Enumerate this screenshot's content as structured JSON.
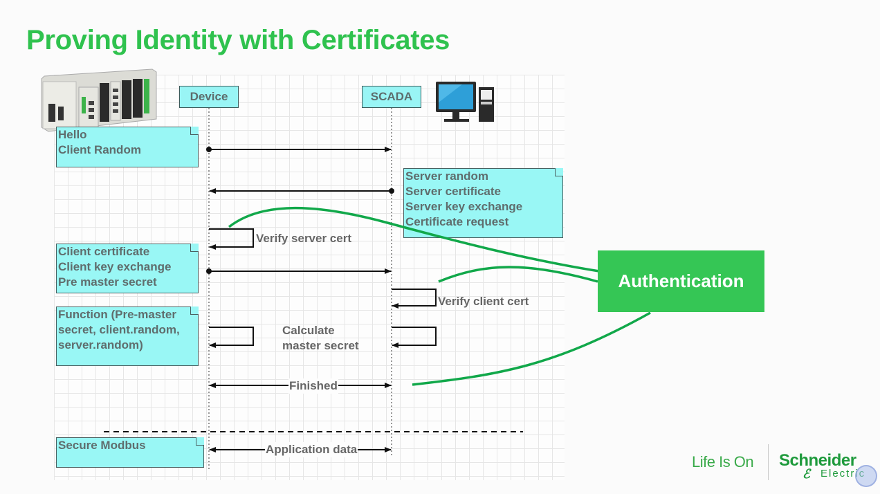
{
  "slide": {
    "title": "Proving Identity with Certificates"
  },
  "actors": {
    "device": "Device",
    "scada": "SCADA"
  },
  "notes": {
    "hello": "Hello\nClient Random",
    "server": "Server random\nServer certificate\nServer key exchange\nCertificate request",
    "client": "Client certificate\nClient key exchange\nPre master secret",
    "function": "Function (Pre-master\nsecret, client.random,\nserver.random)",
    "secure_modbus": "Secure Modbus"
  },
  "messages": {
    "verify_server": "Verify server cert",
    "verify_client": "Verify client cert",
    "calculate": "Calculate\nmaster secret",
    "finished": "Finished",
    "app_data": "Application data"
  },
  "callout": {
    "label": "Authentication",
    "color": "#35c655"
  },
  "branding": {
    "tagline": "Life Is On",
    "company": "Schneider",
    "company_sub": "Electric",
    "brand_color": "#1e9a3c"
  },
  "icons": {
    "device_image": "plc-rack-icon",
    "scada_image": "desktop-computer-icon"
  }
}
